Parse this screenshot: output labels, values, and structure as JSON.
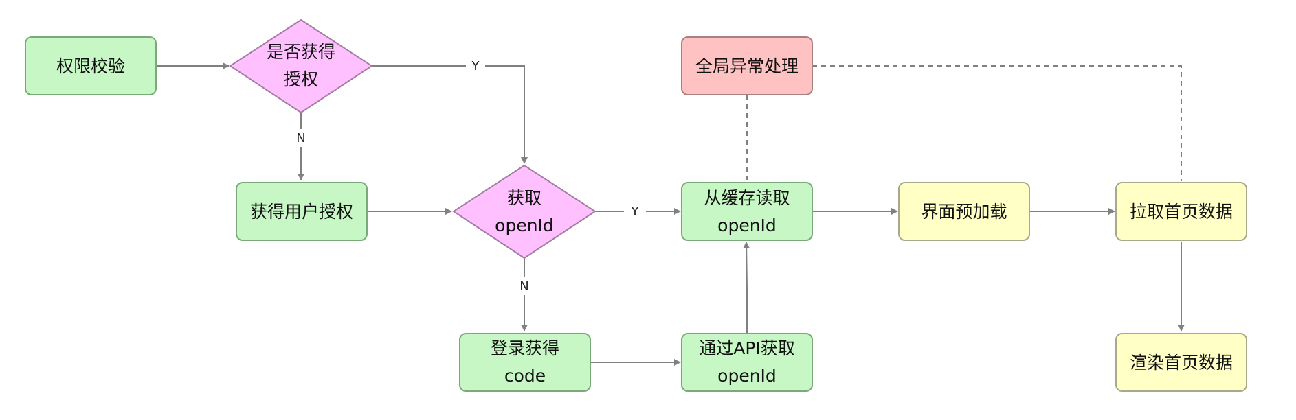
{
  "colors": {
    "green_fill": "#c6f7c4",
    "green_stroke": "#7aa97a",
    "pink_fill": "#ffc0ff",
    "pink_stroke": "#a37ba3",
    "red_fill": "#ffc2c2",
    "red_stroke": "#a88080",
    "yellow_fill": "#ffffc6",
    "yellow_stroke": "#a8a88a",
    "edge": "#808080"
  },
  "nodes": {
    "permission_check": {
      "lines": [
        "权限校验"
      ]
    },
    "is_authorized": {
      "lines": [
        "是否获得",
        "授权"
      ]
    },
    "get_user_auth": {
      "lines": [
        "获得用户授权"
      ]
    },
    "get_openid": {
      "lines": [
        "获取",
        "openId"
      ]
    },
    "login_code": {
      "lines": [
        "登录获得",
        "code"
      ]
    },
    "api_openid": {
      "lines": [
        "通过API获取",
        "openId"
      ]
    },
    "cache_openid": {
      "lines": [
        "从缓存读取",
        "openId"
      ]
    },
    "global_exception": {
      "lines": [
        "全局异常处理"
      ]
    },
    "preload_ui": {
      "lines": [
        "界面预加载"
      ]
    },
    "fetch_home": {
      "lines": [
        "拉取首页数据"
      ]
    },
    "render_home": {
      "lines": [
        "渲染首页数据"
      ]
    }
  },
  "edge_labels": {
    "is_authorized_yes": "Y",
    "is_authorized_no": "N",
    "get_openid_yes": "Y",
    "get_openid_no": "N"
  }
}
